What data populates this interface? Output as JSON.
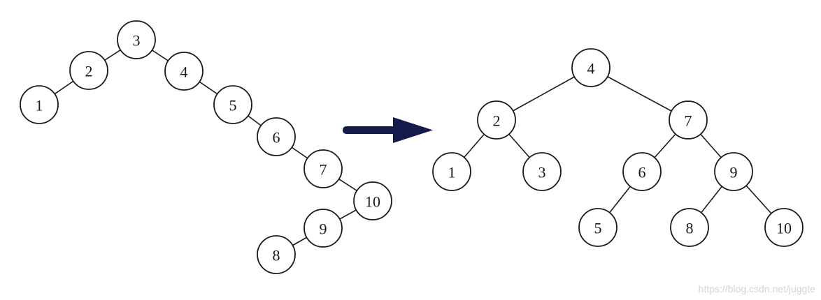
{
  "diagram": {
    "arrow_color": "#141a4a",
    "line_color": "#1a1a1a",
    "before_tree": {
      "nodes": [
        {
          "id": "b1",
          "label": "1"
        },
        {
          "id": "b2",
          "label": "2"
        },
        {
          "id": "b3",
          "label": "3"
        },
        {
          "id": "b4",
          "label": "4"
        },
        {
          "id": "b5",
          "label": "5"
        },
        {
          "id": "b6",
          "label": "6"
        },
        {
          "id": "b7",
          "label": "7"
        },
        {
          "id": "b10",
          "label": "10"
        },
        {
          "id": "b9",
          "label": "9"
        },
        {
          "id": "b8",
          "label": "8"
        }
      ],
      "edges": [
        [
          "b3",
          "b2"
        ],
        [
          "b2",
          "b1"
        ],
        [
          "b3",
          "b4"
        ],
        [
          "b4",
          "b5"
        ],
        [
          "b5",
          "b6"
        ],
        [
          "b6",
          "b7"
        ],
        [
          "b7",
          "b10"
        ],
        [
          "b10",
          "b9"
        ],
        [
          "b9",
          "b8"
        ]
      ]
    },
    "after_tree": {
      "nodes": [
        {
          "id": "a4",
          "label": "4"
        },
        {
          "id": "a2",
          "label": "2"
        },
        {
          "id": "a7",
          "label": "7"
        },
        {
          "id": "a1",
          "label": "1"
        },
        {
          "id": "a3",
          "label": "3"
        },
        {
          "id": "a6",
          "label": "6"
        },
        {
          "id": "a9",
          "label": "9"
        },
        {
          "id": "a5",
          "label": "5"
        },
        {
          "id": "a8",
          "label": "8"
        },
        {
          "id": "a10",
          "label": "10"
        }
      ],
      "edges": [
        [
          "a4",
          "a2"
        ],
        [
          "a4",
          "a7"
        ],
        [
          "a2",
          "a1"
        ],
        [
          "a2",
          "a3"
        ],
        [
          "a7",
          "a6"
        ],
        [
          "a7",
          "a9"
        ],
        [
          "a6",
          "a5"
        ],
        [
          "a9",
          "a8"
        ],
        [
          "a9",
          "a10"
        ]
      ]
    }
  },
  "watermark": "https://blog.csdn.net/juggte"
}
